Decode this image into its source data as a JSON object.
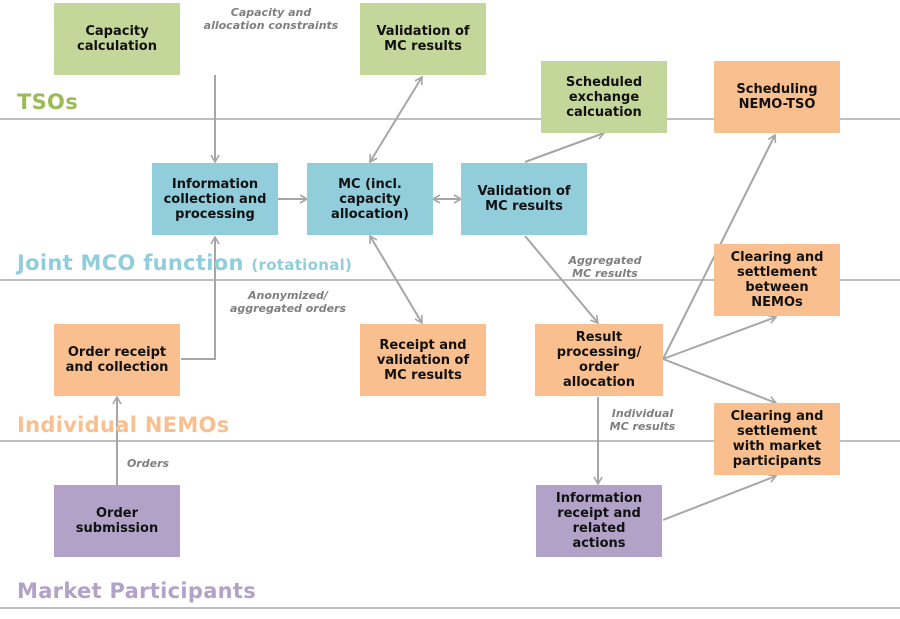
{
  "lanes": {
    "tsos": "TSOs",
    "joint_mco": "Joint MCO function",
    "joint_mco_suffix": "(rotational)",
    "nemos": "Individual NEMOs",
    "participants": "Market Participants"
  },
  "boxes": {
    "capacity_calculation": "Capacity\ncalculation",
    "validation_tso": "Validation of\nMC results",
    "scheduled_exchange": "Scheduled\nexchange\ncalcuation",
    "scheduling_nemo_tso": "Scheduling\nNEMO-TSO",
    "info_collection": "Information\ncollection and\nprocessing",
    "mc": "MC (incl.\ncapacity\nallocation)",
    "validation_mco": "Validation of\nMC results",
    "clearing_between": "Clearing and\nsettlement\nbetween\nNEMOs",
    "order_receipt": "Order receipt\nand collection",
    "receipt_validation": "Receipt and\nvalidation of\nMC results",
    "result_processing": "Result\nprocessing/\norder\nallocation",
    "clearing_participants": "Clearing and\nsettlement\nwith market\nparticipants",
    "order_submission": "Order\nsubmission",
    "info_receipt": "Information\nreceipt and\nrelated\nactions"
  },
  "notes": {
    "capacity_constraints": "Capacity and\nallocation constraints",
    "aggregated_mc": "Aggregated\nMC results",
    "anonymized": "Anonymized/\naggregated orders",
    "individual_mc": "Individual\nMC results",
    "orders": "Orders"
  },
  "colors": {
    "tso_green": "#c4d79b",
    "mco_blue": "#92cddc",
    "nemo_orange": "#fabf8f",
    "participant_purple": "#b3a2c7",
    "arrow_gray": "#a6a6a6"
  }
}
